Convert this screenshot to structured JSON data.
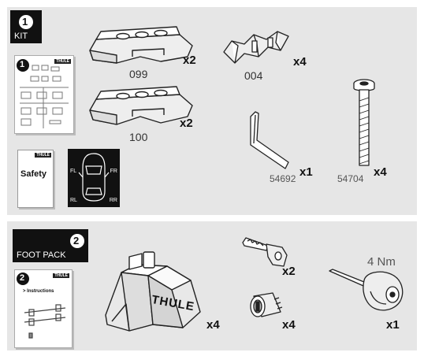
{
  "kit": {
    "badge_number": "1",
    "label": "KIT",
    "instructions_number": "1",
    "instructions_brand": "THULE",
    "safety_label": "Safety",
    "safety_brand": "THULE",
    "car_labels": {
      "fl": "FL",
      "fr": "FR",
      "rl": "RL",
      "rr": "RR"
    },
    "pads": [
      {
        "code": "099",
        "qty": "x2"
      },
      {
        "code": "100",
        "qty": "x2"
      }
    ],
    "clip": {
      "code": "004",
      "qty": "x4"
    },
    "hex_key": {
      "code": "54692",
      "qty": "x1"
    },
    "bolt": {
      "code": "54704",
      "qty": "x4"
    }
  },
  "foot_pack": {
    "badge_number": "2",
    "label": "FOOT PACK",
    "instructions_number": "2",
    "instructions_brand": "THULE",
    "instructions_label": "> Instructions",
    "foot": {
      "brand": "THULE",
      "qty": "x4"
    },
    "key": {
      "qty": "x2"
    },
    "lock_cylinder": {
      "qty": "x4"
    },
    "torque_tool": {
      "torque": "4 Nm",
      "qty": "x1"
    }
  }
}
